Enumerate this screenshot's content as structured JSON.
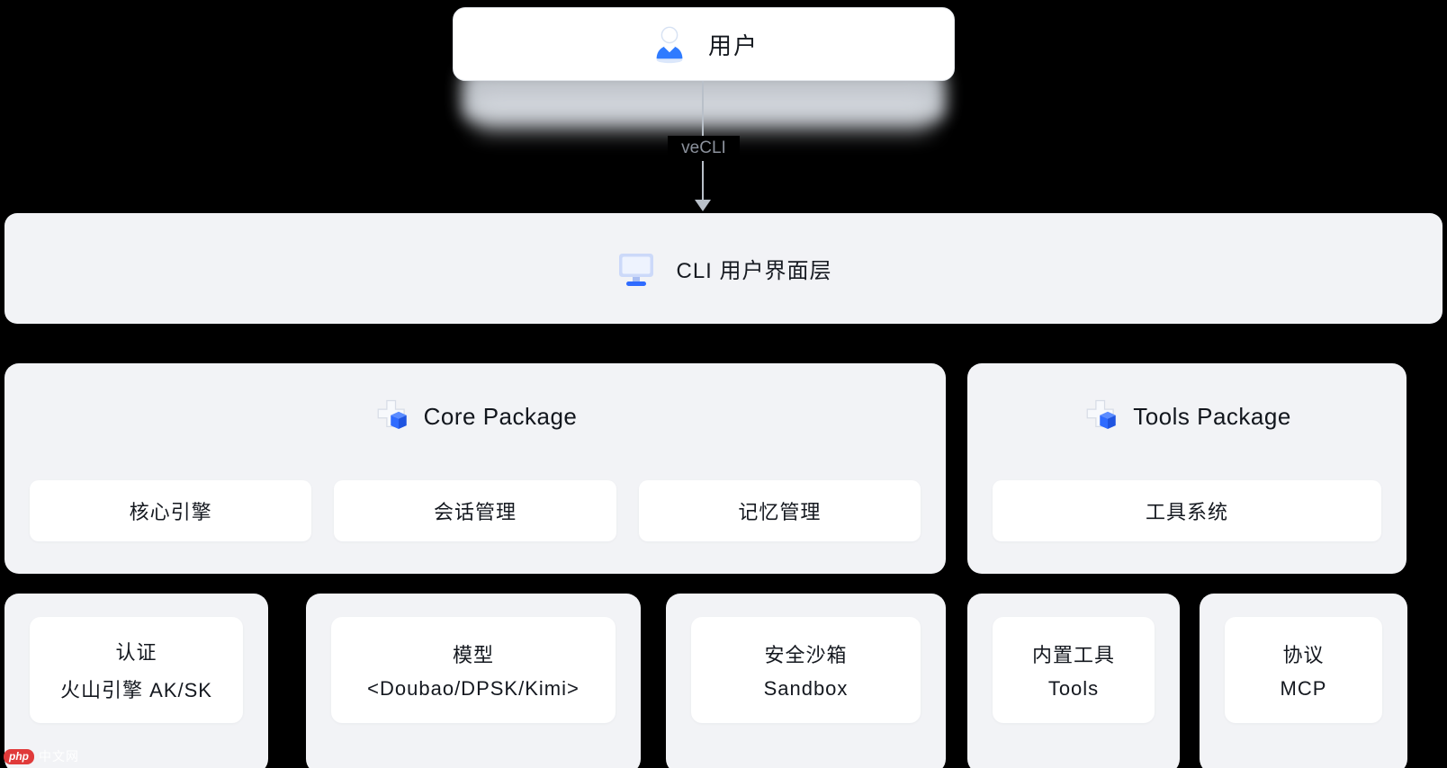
{
  "canvas": {
    "background": "#000000"
  },
  "user_node": {
    "label": "用户"
  },
  "connector": {
    "label": "veCLI"
  },
  "cli_layer": {
    "label": "CLI 用户界面层"
  },
  "core_package": {
    "title": "Core Package",
    "items": [
      {
        "label": "核心引擎"
      },
      {
        "label": "会话管理"
      },
      {
        "label": "记忆管理"
      }
    ]
  },
  "tools_package": {
    "title": "Tools Package",
    "items": [
      {
        "label": "工具系统"
      }
    ]
  },
  "bottom_nodes": [
    {
      "line1": "认证",
      "line2": "火山引擎 AK/SK"
    },
    {
      "line1": "模型",
      "line2": "<Doubao/DPSK/Kimi>"
    },
    {
      "line1": "安全沙箱",
      "line2": "Sandbox"
    },
    {
      "line1": "内置工具",
      "line2": "Tools"
    },
    {
      "line1": "协议",
      "line2": "MCP"
    }
  ],
  "watermark": {
    "badge": "php",
    "text": "中文网"
  },
  "colors": {
    "panel_gray": "#f2f3f6",
    "card_white": "#ffffff",
    "accent_blue": "#2f6bff",
    "arrow_gray": "#b9c0c9",
    "text_dark": "#171b22",
    "muted_text": "#8b919c"
  }
}
